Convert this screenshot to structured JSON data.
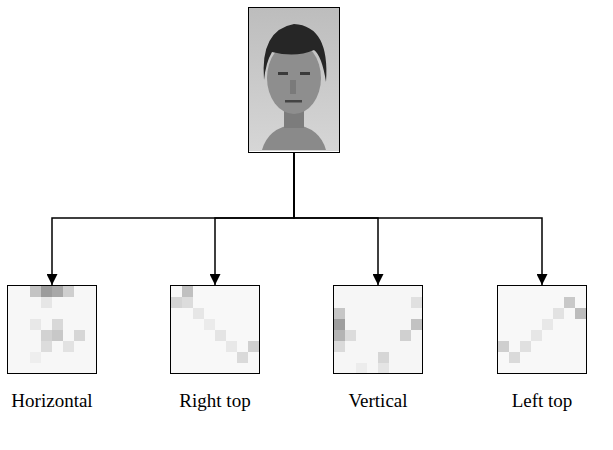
{
  "diagram": {
    "nodes": [
      {
        "text": []
      },
      {
        "text": [
          "Horizontal"
        ]
      },
      {
        "text": [
          "Right top"
        ]
      },
      {
        "text": [
          "Vertical"
        ]
      },
      {
        "text": [
          "Left top"
        ]
      }
    ],
    "edges": [
      {
        "from": 0,
        "to": 1,
        "arrow": "to"
      },
      {
        "from": 0,
        "to": 2,
        "arrow": "to"
      },
      {
        "from": 0,
        "to": 3,
        "arrow": "to"
      },
      {
        "from": 0,
        "to": 4,
        "arrow": "to"
      }
    ]
  }
}
